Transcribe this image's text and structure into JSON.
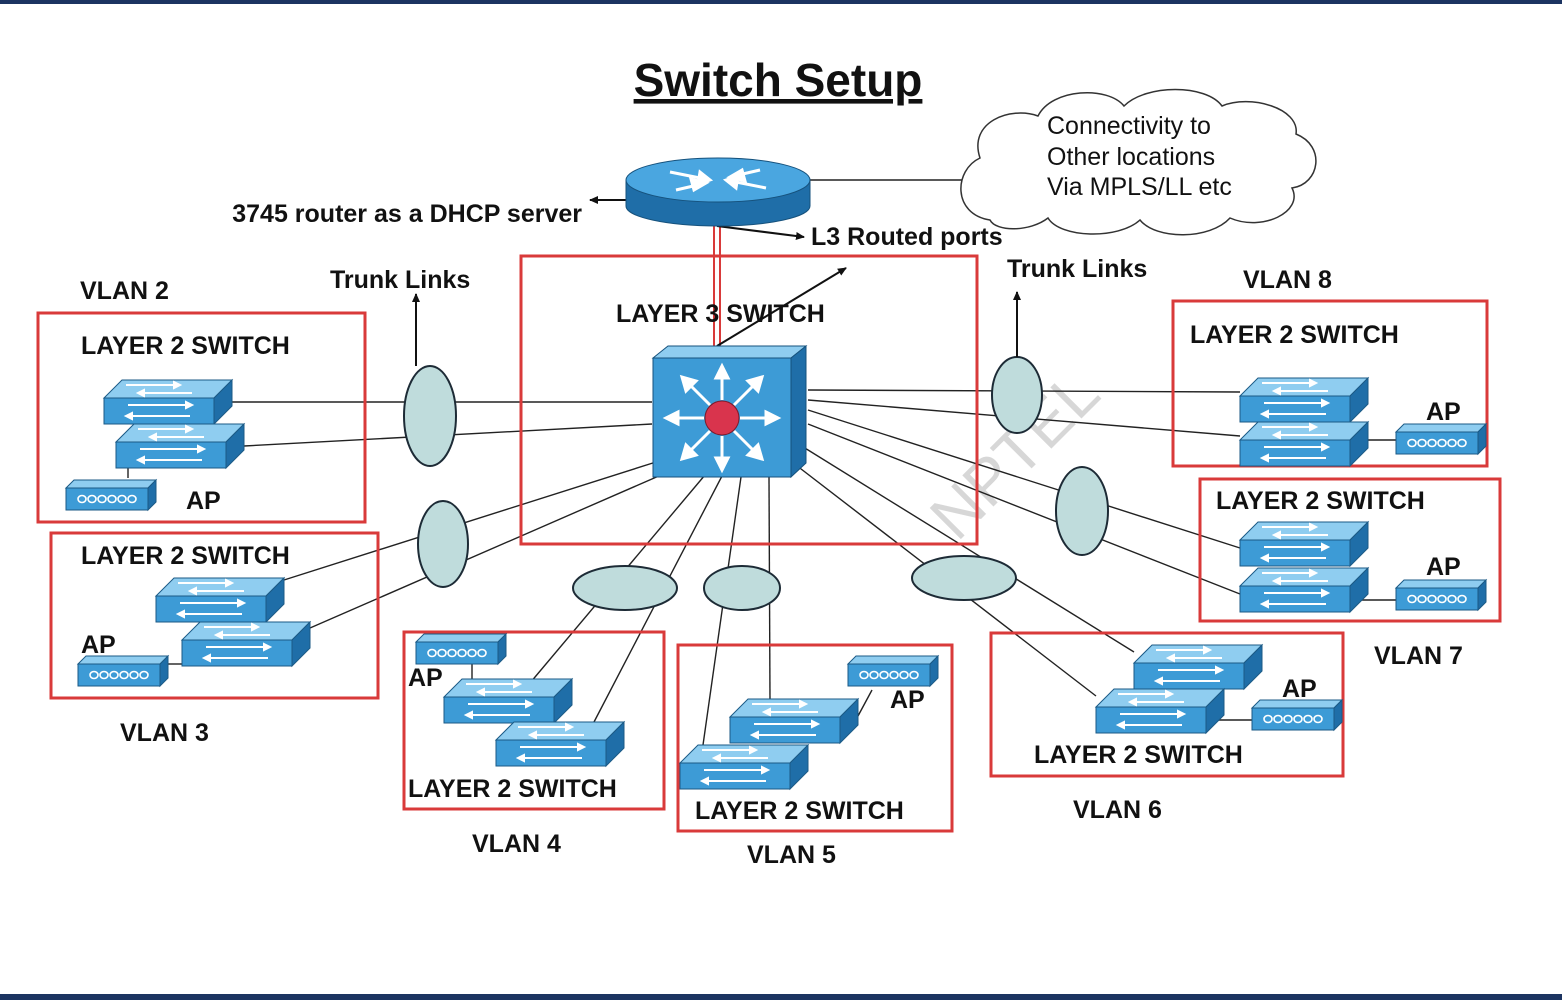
{
  "title": "Switch Setup",
  "router": {
    "label": "3745 router as a DHCP server",
    "ports_label": "L3 Routed ports"
  },
  "cloud": {
    "lines": [
      "Connectivity to",
      "Other locations",
      "Via MPLS/LL etc"
    ]
  },
  "core": {
    "label": "LAYER 3 SWITCH"
  },
  "trunk_left": "Trunk Links",
  "trunk_right": "Trunk Links",
  "watermark": "NPTEL",
  "vlans": {
    "v2": {
      "name": "VLAN 2",
      "switch_label": "LAYER 2 SWITCH",
      "ap_label": "AP"
    },
    "v3": {
      "name": "VLAN 3",
      "switch_label": "LAYER 2 SWITCH",
      "ap_label": "AP"
    },
    "v4": {
      "name": "VLAN 4",
      "switch_label": "LAYER 2 SWITCH",
      "ap_label": "AP"
    },
    "v5": {
      "name": "VLAN 5",
      "switch_label": "LAYER 2 SWITCH",
      "ap_label": "AP"
    },
    "v6": {
      "name": "VLAN 6",
      "switch_label": "LAYER 2 SWITCH",
      "ap_label": "AP"
    },
    "v7": {
      "name": "VLAN 7",
      "switch_label": "LAYER 2 SWITCH",
      "ap_label": "AP"
    },
    "v8": {
      "name": "VLAN 8",
      "switch_label": "LAYER 2 SWITCH",
      "ap_label": "AP"
    }
  },
  "colors": {
    "device_blue": "#3d9bd6",
    "vlan_box": "#d93a3a",
    "trunk_oval": "#bfdcdc",
    "frame": "#1c3461"
  }
}
